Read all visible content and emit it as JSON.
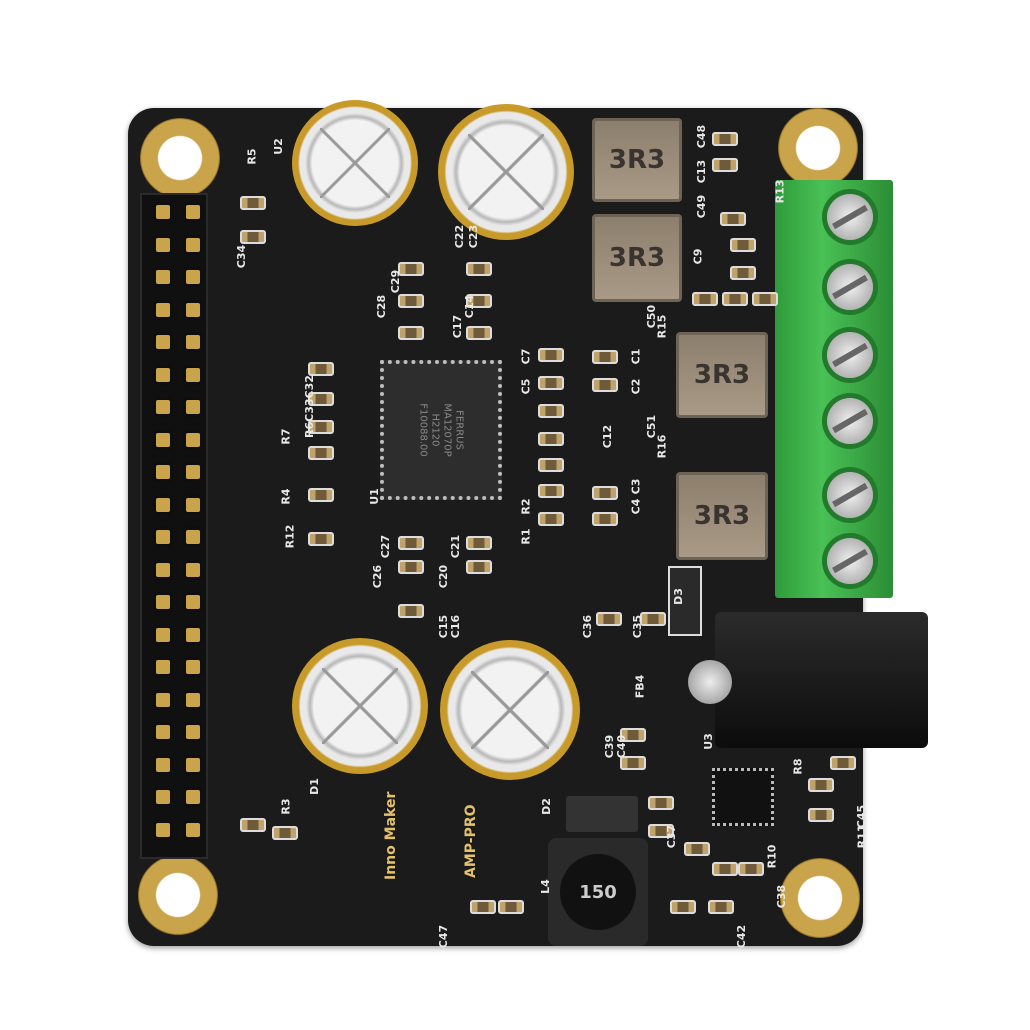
{
  "board": {
    "brand": "Inno Maker",
    "model": "AMP-PRO",
    "chip_marking": "FERRUS\nMA12070P\nH2120\nF10088.00",
    "inductor_marking": "3R3",
    "buck_inductor_marking": "150",
    "silkscreen_labels": [
      "R5",
      "U2",
      "C34",
      "C28",
      "C29",
      "C22",
      "C23",
      "C17",
      "C14",
      "R6C33C32",
      "R7",
      "R4",
      "R12",
      "U1",
      "C26",
      "C27",
      "C20",
      "C21",
      "C15",
      "C16",
      "R1",
      "R2",
      "C7",
      "C5",
      "C1",
      "C2",
      "C12",
      "C4",
      "C3",
      "C48",
      "C13",
      "C49",
      "C9",
      "R13",
      "C50",
      "R15",
      "C51",
      "R16",
      "D3",
      "C36",
      "C35",
      "FB4",
      "C39",
      "C40",
      "U3",
      "C37",
      "D2",
      "L4",
      "D1",
      "R3",
      "R10",
      "C38",
      "C42",
      "C47",
      "C45",
      "R11",
      "R8"
    ],
    "board_color": "#1b1b1b",
    "terminal_color": "#3fb14b",
    "capacitor_color": "#c89a2a"
  }
}
